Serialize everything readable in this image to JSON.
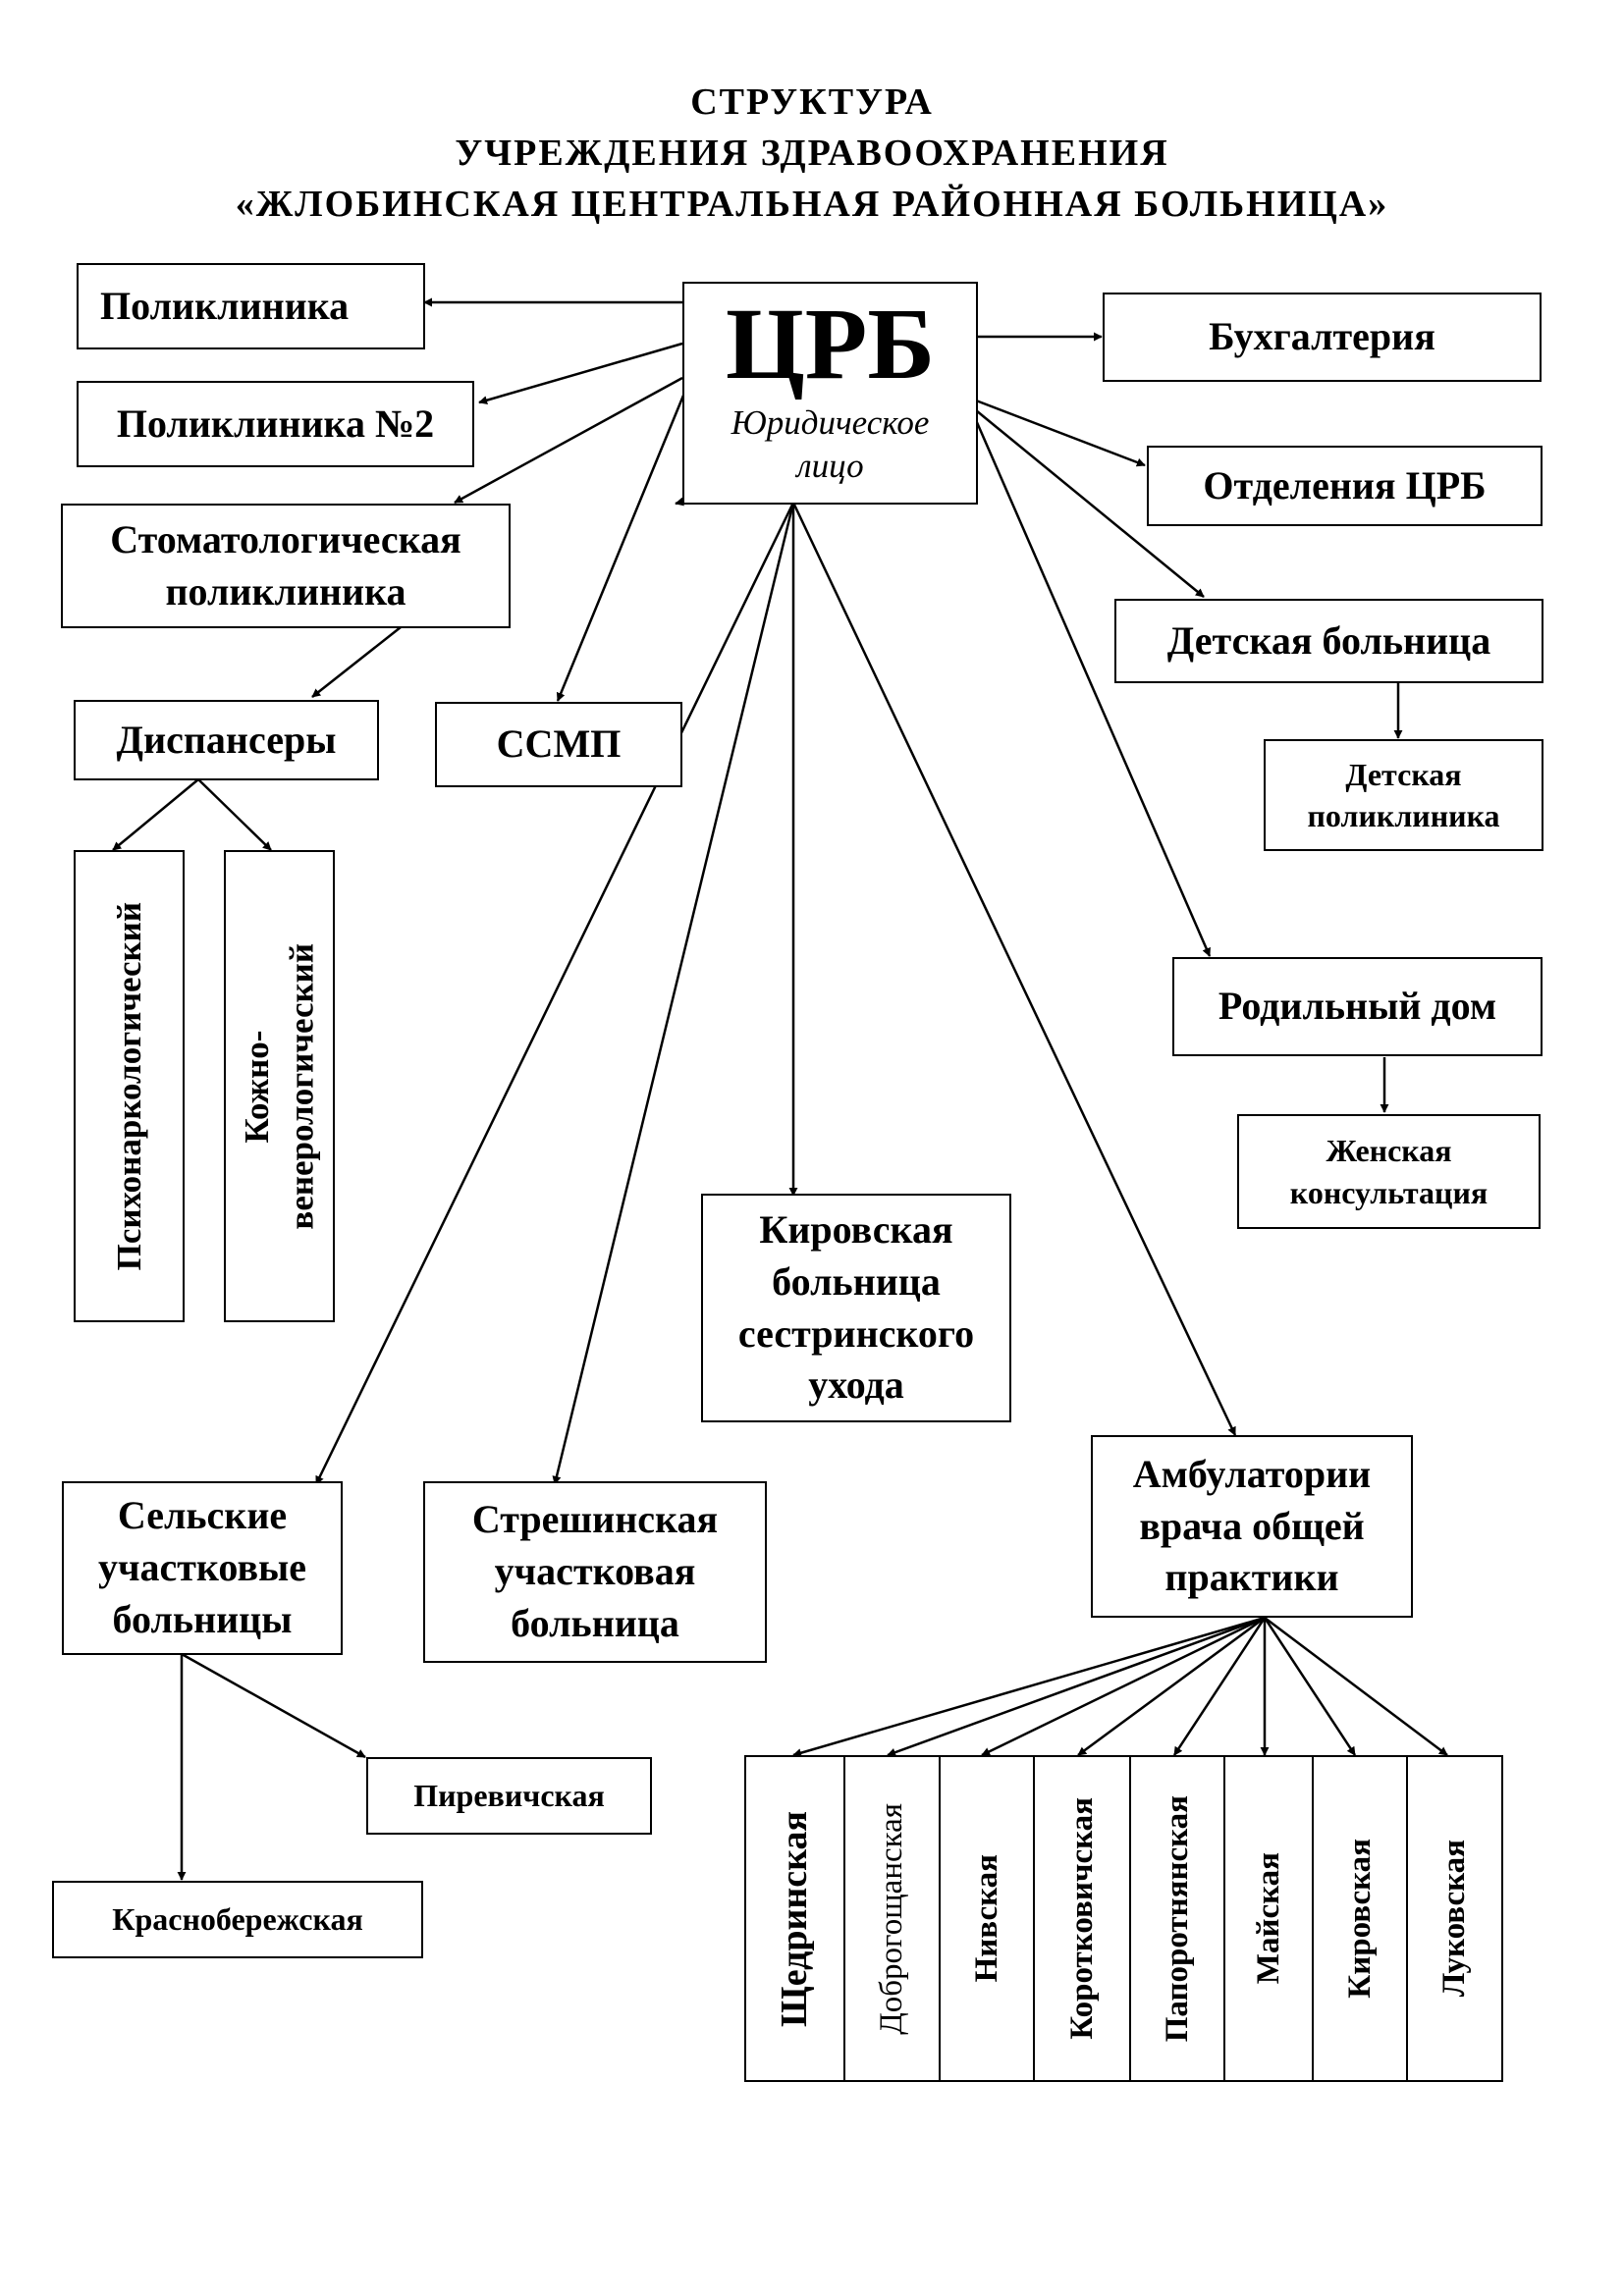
{
  "title": {
    "line1": "СТРУКТУРА",
    "line2": "УЧРЕЖДЕНИЯ  ЗДРАВООХРАНЕНИЯ",
    "line3": "«ЖЛОБИНСКАЯ  ЦЕНТРАЛЬНАЯ  РАЙОННАЯ  БОЛЬНИЦА»"
  },
  "center": {
    "name": "ЦРБ",
    "subtitle_line1": "Юридическое",
    "subtitle_line2": "лицо"
  },
  "left_units": {
    "polyclinic": "Поликлиника",
    "polyclinic_2": "Поликлиника №2",
    "dental_line1": "Стоматологическая",
    "dental_line2": "поликлиника",
    "dispensaries": "Диспансеры",
    "psycho": "Психонаркологический",
    "skin_line1": "Кожно-",
    "skin_line2": "венерологический",
    "ssmp": "ССМП"
  },
  "right_units": {
    "accounting": "Бухгалтерия",
    "departments": "Отделения ЦРБ",
    "children_hospital": "Детская больница",
    "children_polyclinic_line1": "Детская",
    "children_polyclinic_line2": "поликлиника",
    "maternity": "Родильный дом",
    "womens_line1": "Женская",
    "womens_line2": "консультация"
  },
  "bottom_units": {
    "kirov_line1": "Кировская",
    "kirov_line2": "больница",
    "kirov_line3": "сестринского",
    "kirov_line4": "ухода",
    "rural_line1": "Сельские",
    "rural_line2": "участковые",
    "rural_line3": "больницы",
    "streshin_line1": "Стрешинская",
    "streshin_line2": "участковая",
    "streshin_line3": "больница",
    "pirevich": "Пиревичская",
    "krasnobereg": "Краснобережская",
    "ambulatory_line1": "Амбулатории",
    "ambulatory_line2": "врача общей",
    "ambulatory_line3": "практики"
  },
  "ambulatories": [
    "Щедринская",
    "Доброгощанская",
    "Нивская",
    "Коротковичская",
    "Папоротнянская",
    "Майская",
    "Кировская",
    "Луковская"
  ]
}
